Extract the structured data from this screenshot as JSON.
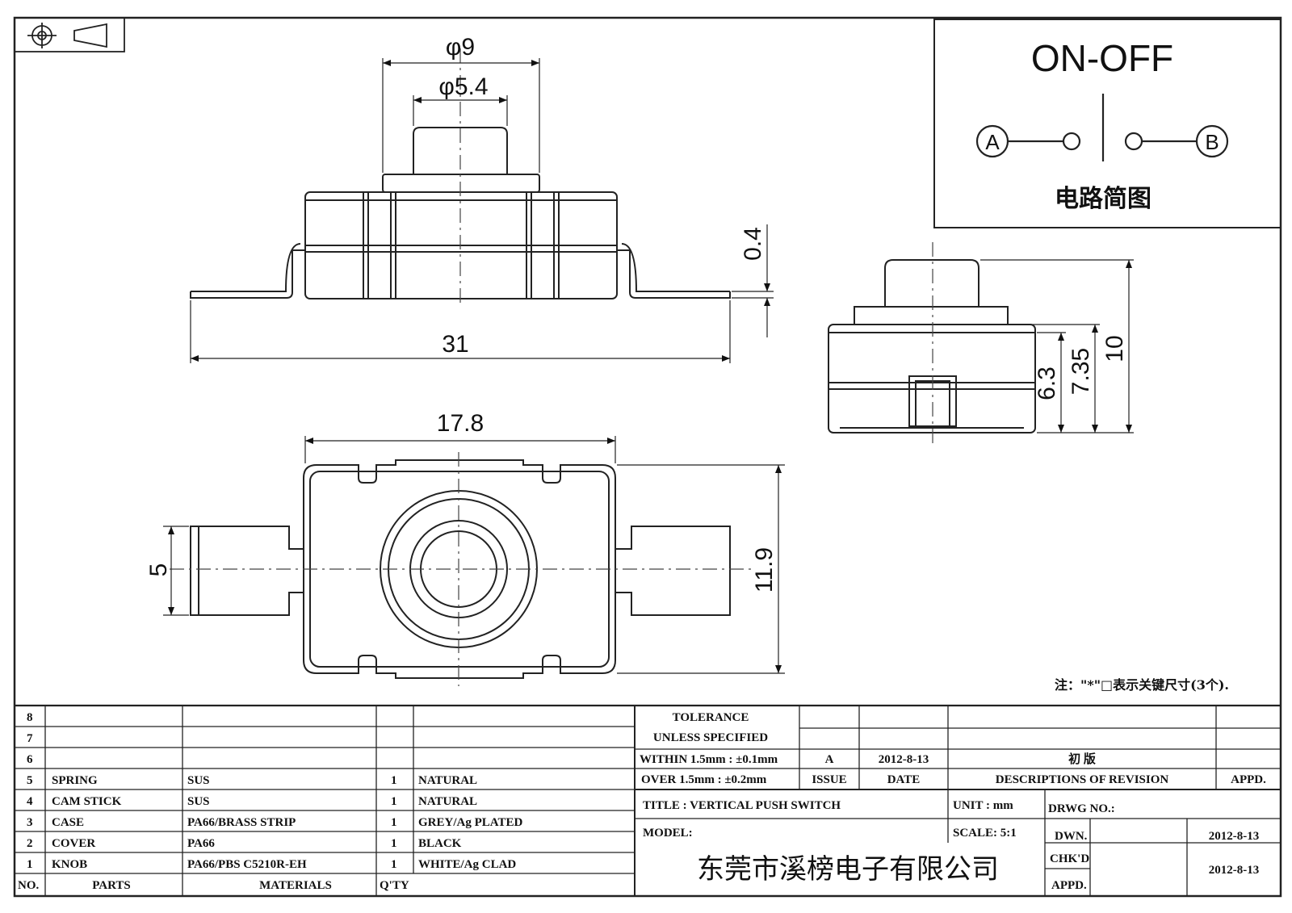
{
  "dimensions": {
    "knob_dia": "φ9",
    "inner_dia": "φ5.4",
    "total_length": "31",
    "strip_thickness": "0.4",
    "body_length": "17.8",
    "terminal_width": "5",
    "body_width": "11.9",
    "h1": "6.3",
    "h2": "7.35",
    "h3": "10"
  },
  "schematic": {
    "title": "ON-OFF",
    "terminal_a": "A",
    "terminal_b": "B",
    "caption": "电路简图"
  },
  "note": "注：\"*\"□表示关键尺寸(3个).",
  "parts": [
    {
      "no": "8",
      "part": "",
      "material": "",
      "qty": "",
      "finish": ""
    },
    {
      "no": "7",
      "part": "",
      "material": "",
      "qty": "",
      "finish": ""
    },
    {
      "no": "6",
      "part": "",
      "material": "",
      "qty": "",
      "finish": ""
    },
    {
      "no": "5",
      "part": "SPRING",
      "material": "SUS",
      "qty": "1",
      "finish": "NATURAL"
    },
    {
      "no": "4",
      "part": "CAM STICK",
      "material": "SUS",
      "qty": "1",
      "finish": "NATURAL"
    },
    {
      "no": "3",
      "part": "CASE",
      "material": "PA66/BRASS STRIP",
      "qty": "1",
      "finish": "GREY/Ag PLATED"
    },
    {
      "no": "2",
      "part": "COVER",
      "material": "PA66",
      "qty": "1",
      "finish": "BLACK"
    },
    {
      "no": "1",
      "part": "KNOB",
      "material": "PA66/PBS C5210R-EH",
      "qty": "1",
      "finish": "WHITE/Ag CLAD"
    }
  ],
  "parts_header": {
    "no": "NO.",
    "part": "PARTS",
    "material": "MATERIALS",
    "qty": "Q'TY"
  },
  "tolerance": {
    "line1": "TOLERANCE",
    "line2": "UNLESS   SPECIFIED",
    "line3": "WITHIN 1.5mm : ±0.1mm",
    "line4": "OVER 1.5mm : ±0.2mm"
  },
  "revision": {
    "issue": "A",
    "date": "2012-8-13",
    "description": "初 版",
    "issue_label": "ISSUE",
    "date_label": "DATE",
    "desc_label": "DESCRIPTIONS OF REVISION",
    "appd_label": "APPD."
  },
  "title_block": {
    "title": "TITLE :  VERTICAL PUSH SWITCH",
    "model": "MODEL:",
    "unit": "UNIT :  mm",
    "scale": "SCALE:  5:1",
    "drwg_no": "DRWG NO.:",
    "dwn": "DWN.",
    "chkd": "CHK'D",
    "appd": "APPD.",
    "dwn_date": "2012-8-13",
    "chkd_date": "2012-8-13",
    "company": "东莞市溪榜电子有限公司"
  }
}
